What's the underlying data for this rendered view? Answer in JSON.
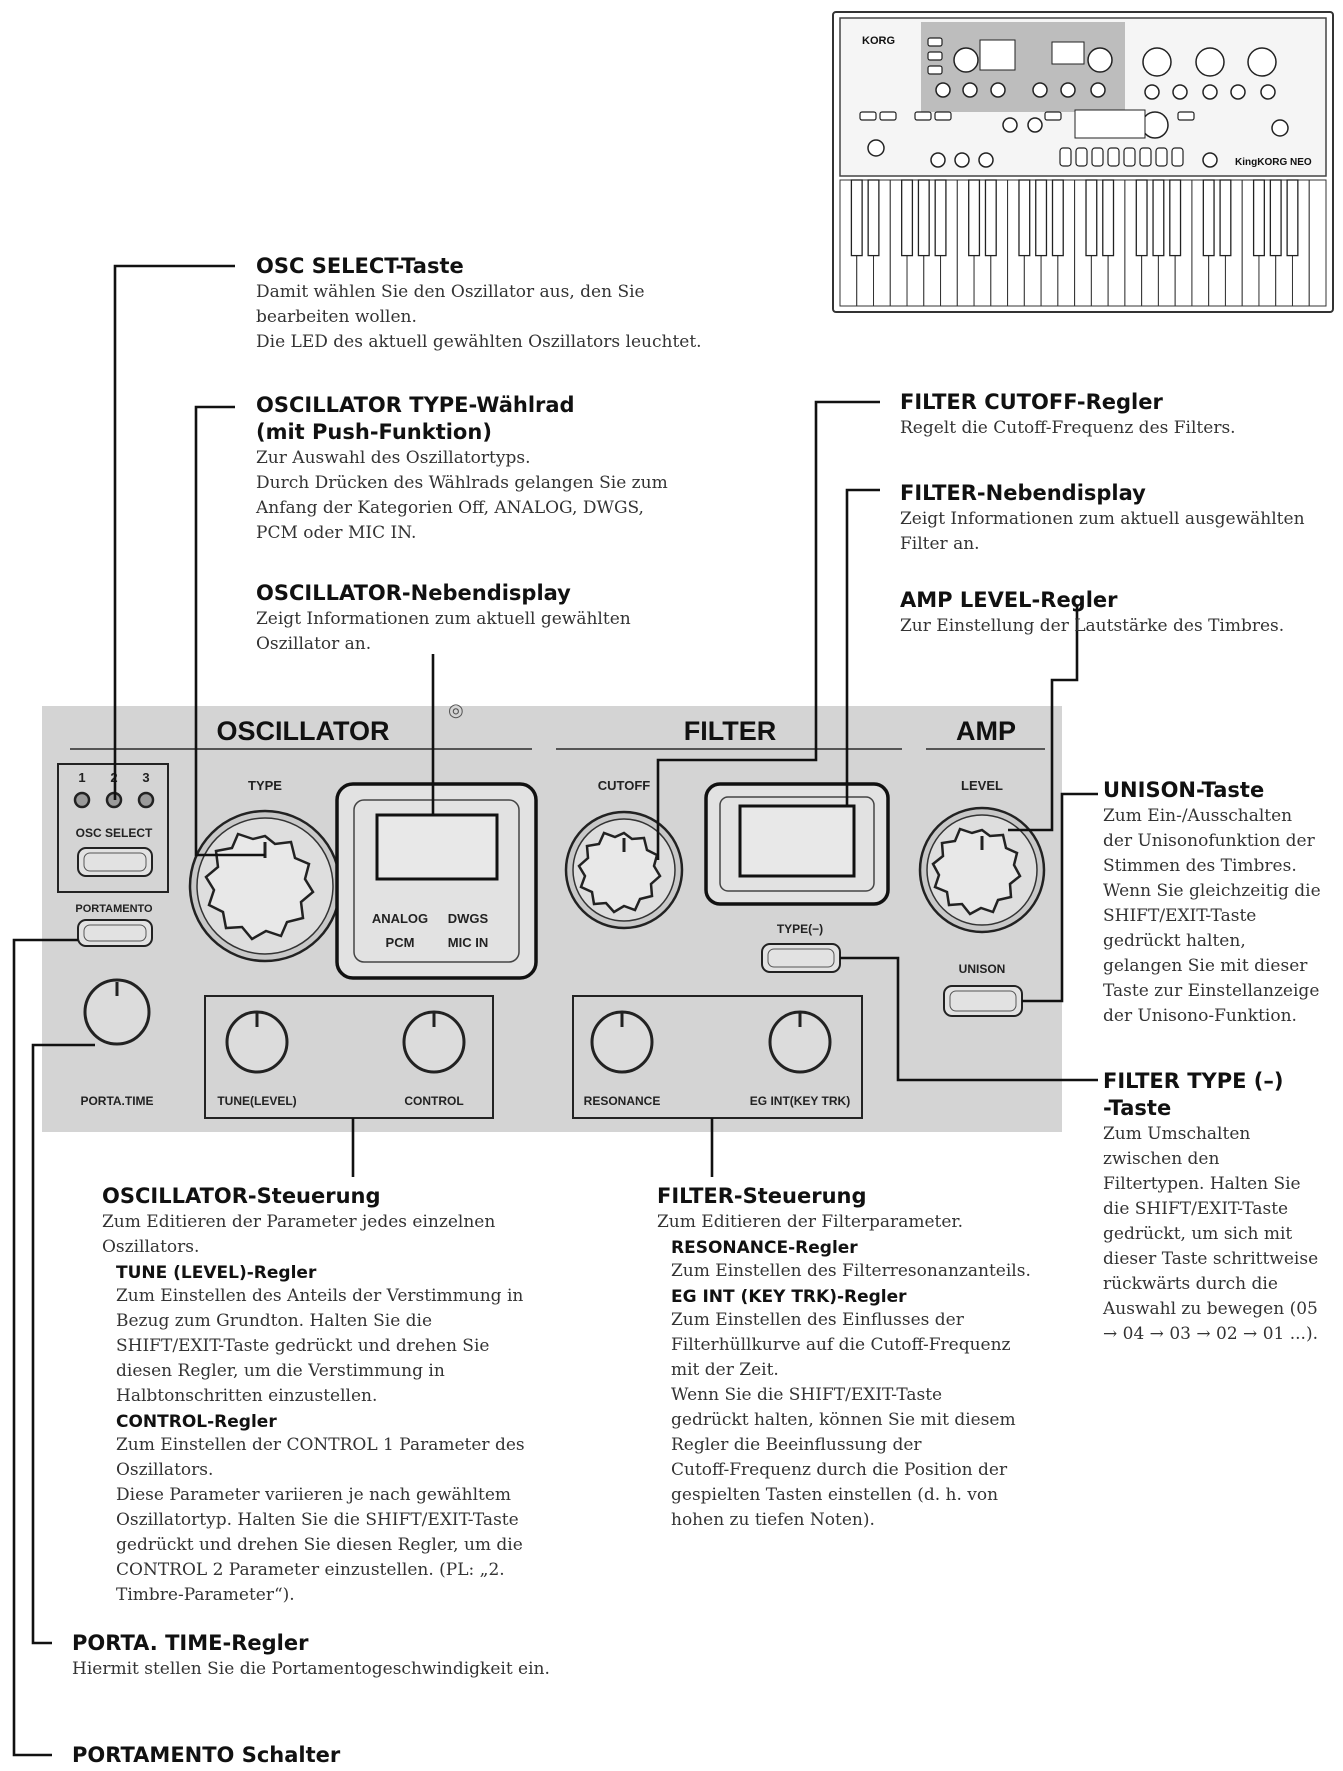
{
  "keyboard": {
    "brand": "KORG",
    "model": "KingKORG NEO",
    "sections": [
      "OSCILLATOR",
      "FILTER",
      "AMP"
    ]
  },
  "panel": {
    "section_oscillator": "OSCILLATOR",
    "section_filter": "FILTER",
    "section_amp": "AMP",
    "led_labels": [
      "1",
      "2",
      "3"
    ],
    "osc_select_label": "OSC SELECT",
    "portamento_label": "PORTAMENTO",
    "porta_time_label": "PORTA.TIME",
    "type_label": "TYPE",
    "osc_display_types": [
      "ANALOG",
      "DWGS",
      "PCM",
      "MIC IN"
    ],
    "cutoff_label": "CUTOFF",
    "filter_type_label": "TYPE(−)",
    "level_label": "LEVEL",
    "unison_label": "UNISON",
    "tune_label": "TUNE(LEVEL)",
    "control_label": "CONTROL",
    "resonance_label": "RESONANCE",
    "egint_label": "EG INT(KEY TRK)"
  },
  "annotations": {
    "osc_select": {
      "title": "OSC SELECT-Taste",
      "text": "Damit wählen Sie den Oszillator aus, den Sie\nbearbeiten wollen.\nDie LED des aktuell gewählten Oszillators leuchtet."
    },
    "osc_type": {
      "title": "OSCILLATOR TYPE-Wählrad\n(mit Push-Funktion)",
      "text": "Zur Auswahl des Oszillatortyps.\nDurch Drücken des Wählrads gelangen Sie zum\nAnfang der Kategorien Off, ANALOG, DWGS,\nPCM oder MIC IN."
    },
    "osc_display": {
      "title": "OSCILLATOR-Nebendisplay",
      "text": "Zeigt Informationen zum aktuell gewählten\nOszillator an."
    },
    "filter_cutoff": {
      "title": "FILTER CUTOFF-Regler",
      "text": "Regelt die Cutoff-Frequenz des Filters."
    },
    "filter_display": {
      "title": "FILTER-Nebendisplay",
      "text": " Zeigt Informationen zum aktuell ausgewählten\nFilter an."
    },
    "amp_level": {
      "title": "AMP LEVEL-Regler",
      "text": "Zur Einstellung der Lautstärke des Timbres."
    },
    "unison": {
      "title": "UNISON-Taste",
      "text": "Zum Ein-/Ausschalten\nder Unisonofunktion der\nStimmen des Timbres.\nWenn Sie gleichzeitig die\nSHIFT/EXIT-Taste\ngedrückt halten,\ngelangen Sie mit dieser\nTaste zur Einstellanzeige\nder Unisono-Funktion."
    },
    "filter_type": {
      "title": "FILTER TYPE (–)\n-Taste",
      "text": "Zum Umschalten\nzwischen den\nFiltertypen. Halten Sie\ndie SHIFT/EXIT-Taste\ngedrückt, um sich mit\ndieser Taste schrittweise\nrückwärts durch die\nAuswahl zu bewegen (05\n→ 04 → 03 → 02 → 01 ...)."
    },
    "osc_control": {
      "title": "OSCILLATOR-Steuerung",
      "text": "Zum Editieren der Parameter jedes einzelnen\nOszillators.",
      "tune_title": "TUNE (LEVEL)-Regler",
      "tune_text": "Zum Einstellen des Anteils der Verstimmung in\nBezug zum Grundton. Halten Sie die\nSHIFT/EXIT-Taste gedrückt und drehen Sie\ndiesen Regler, um die Verstimmung in\nHalbtonschritten einzustellen.",
      "control_title": "CONTROL-Regler",
      "control_text": "Zum Einstellen der CONTROL 1 Parameter des\nOszillators.\nDiese Parameter variieren je nach gewähltem\nOszillatortyp. Halten Sie die SHIFT/EXIT-Taste\ngedrückt und drehen Sie diesen Regler, um die\nCONTROL 2 Parameter einzustellen. (PL: „2.\nTimbre-Parameter“)."
    },
    "filter_control": {
      "title": "FILTER-Steuerung",
      "text": "Zum Editieren der Filterparameter.",
      "resonance_title": "RESONANCE-Regler",
      "resonance_text": "Zum Einstellen des Filterresonanzanteils.",
      "egint_title": "EG INT (KEY TRK)-Regler",
      "egint_text": "Zum Einstellen des Einflusses der\nFilterhüllkurve auf die Cutoff-Frequenz\nmit der Zeit.\nWenn Sie die SHIFT/EXIT-Taste\ngedrückt halten, können Sie mit diesem\nRegler die Beeinflussung der\nCutoff-Frequenz durch die Position der\ngespielten Tasten einstellen (d. h. von\nhohen zu tiefen Noten)."
    },
    "porta_time": {
      "title": "PORTA. TIME-Regler",
      "text": "Hiermit stellen Sie die Portamentogeschwindigkeit ein."
    },
    "portamento": {
      "title": "PORTAMENTO Schalter"
    }
  }
}
